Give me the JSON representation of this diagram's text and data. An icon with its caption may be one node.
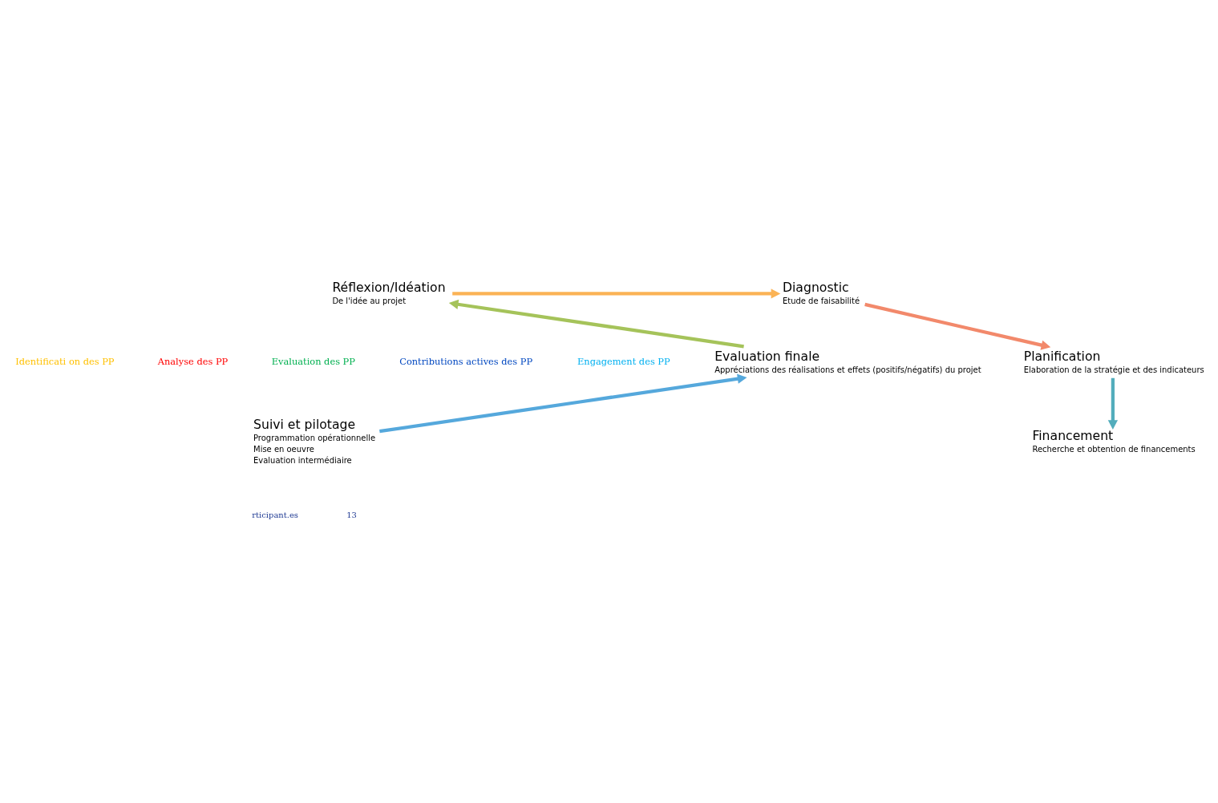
{
  "diagram": {
    "nodes": [
      {
        "text": [
          "Réflexion/Idéation",
          "De l'idée au projet"
        ]
      },
      {
        "text": [
          "Diagnostic",
          "Etude de faisabilité"
        ]
      },
      {
        "text": [
          "Planification",
          "Elaboration de la stratégie et des indicateurs"
        ]
      },
      {
        "text": [
          "Financement",
          "Recherche et obtention de financements"
        ]
      },
      {
        "text": [
          "Suivi et pilotage",
          "Programmation opérationnelle",
          "Mise en oeuvre",
          "Evaluation intermédiaire"
        ]
      },
      {
        "text": [
          "Evaluation finale",
          "Appréciations des réalisations et effets (positifs/négatifs) du projet"
        ]
      }
    ],
    "edges": [
      {
        "from": 0,
        "to": 1,
        "arrow": "to",
        "color": "#fbb355"
      },
      {
        "from": 1,
        "to": 2,
        "arrow": "to",
        "color": "#f2896b"
      },
      {
        "from": 2,
        "to": 3,
        "arrow": "to",
        "color": "#53adbc"
      },
      {
        "from": 4,
        "to": 5,
        "arrow": "to",
        "color": "#55a8dc"
      },
      {
        "from": 5,
        "to": 0,
        "arrow": "to",
        "color": "#a5c35a"
      }
    ],
    "labels": [
      "Identificati on des PP",
      "Analyse des PP",
      "Evaluation des PP",
      "Contributions actives des PP",
      "Engagement des PP",
      "rticipant.es",
      "13"
    ]
  }
}
